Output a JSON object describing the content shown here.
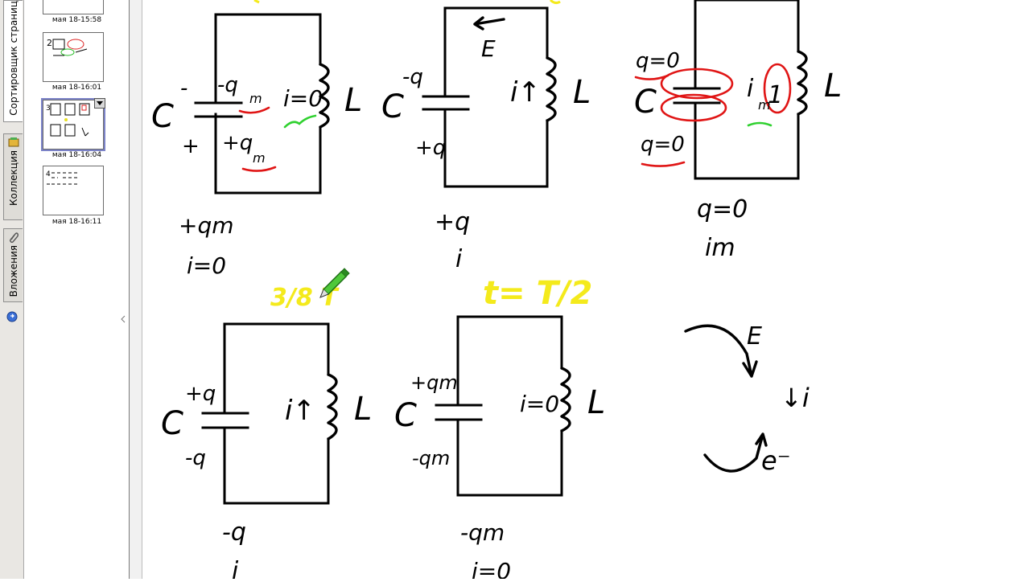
{
  "tabs": [
    {
      "label": "Сортировщик страниц",
      "active": true
    },
    {
      "label": "Коллекция",
      "active": false
    },
    {
      "label": "Вложения",
      "active": false
    }
  ],
  "thumbnails": [
    {
      "caption": "мая 18-15:58"
    },
    {
      "caption": "мая 18-16:01"
    },
    {
      "caption": "мая 18-16:04",
      "selected": true
    },
    {
      "caption": "мая 18-16:11"
    }
  ],
  "whiteboard": {
    "circuit1": {
      "cap": "C",
      "cap_top_sign": "-",
      "cap_bottom_sign": "+",
      "charge_top": "-q",
      "charge_top_sub": "m",
      "charge_bottom": "+q",
      "charge_bottom_sub": "m",
      "current": "i=0",
      "ind": "L",
      "note1": "+qm",
      "note2": "i=0"
    },
    "circuit2": {
      "cap": "C",
      "charge_top": "-q",
      "charge_bottom": "+q",
      "field": "E",
      "current": "i↑",
      "ind": "L",
      "note1": "+q",
      "note2": "i"
    },
    "circuit3": {
      "cap": "C",
      "charge_top": "q=0",
      "charge_bottom": "q=0",
      "current": "i",
      "current_sub": "m",
      "ind": "L",
      "note1": "q=0",
      "note2": "im"
    },
    "circuit4": {
      "time_label": "3/8 T",
      "cap": "C",
      "charge_top": "+q",
      "charge_bottom": "-q",
      "current": "i↑",
      "ind": "L",
      "note1": "-q",
      "note2": "i"
    },
    "circuit5": {
      "time_label": "t= T/2",
      "cap": "C",
      "charge_top": "+qm",
      "charge_bottom": "-qm",
      "current": "i=0",
      "ind": "L",
      "note1": "-qm",
      "note2": "i=0"
    },
    "diagram": {
      "field": "E",
      "current": "↓i",
      "electron": "e⁻"
    }
  },
  "colors": {
    "ink": "#000000",
    "highlight_yellow": "#f4ea1c",
    "annot_red": "#e01515",
    "annot_green": "#2fd12f",
    "tab_bg": "#e9e7e3",
    "thumb_select": "#7c83c8"
  }
}
